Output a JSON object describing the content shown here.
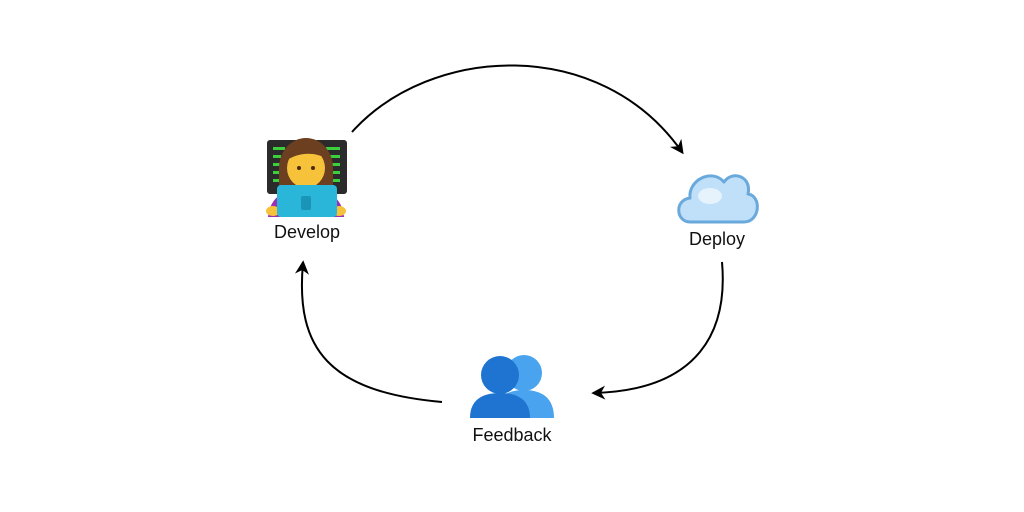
{
  "diagram": {
    "nodes": [
      {
        "id": "develop",
        "label": "Develop",
        "icon": "developer-at-laptop-icon"
      },
      {
        "id": "deploy",
        "label": "Deploy",
        "icon": "cloud-icon"
      },
      {
        "id": "feedback",
        "label": "Feedback",
        "icon": "users-icon"
      }
    ],
    "edges": [
      {
        "from": "develop",
        "to": "deploy"
      },
      {
        "from": "deploy",
        "to": "feedback"
      },
      {
        "from": "feedback",
        "to": "develop"
      }
    ]
  },
  "colors": {
    "arrow": "#000000",
    "text": "#111111",
    "cloud_fill": "#bfe0f8",
    "cloud_stroke": "#6aa9dc",
    "user_front": "#1e74d0",
    "user_back": "#4aa3ee",
    "laptop": "#29b6d9",
    "screen_bg": "#2b2b2b",
    "code_green": "#3ccf3c"
  }
}
